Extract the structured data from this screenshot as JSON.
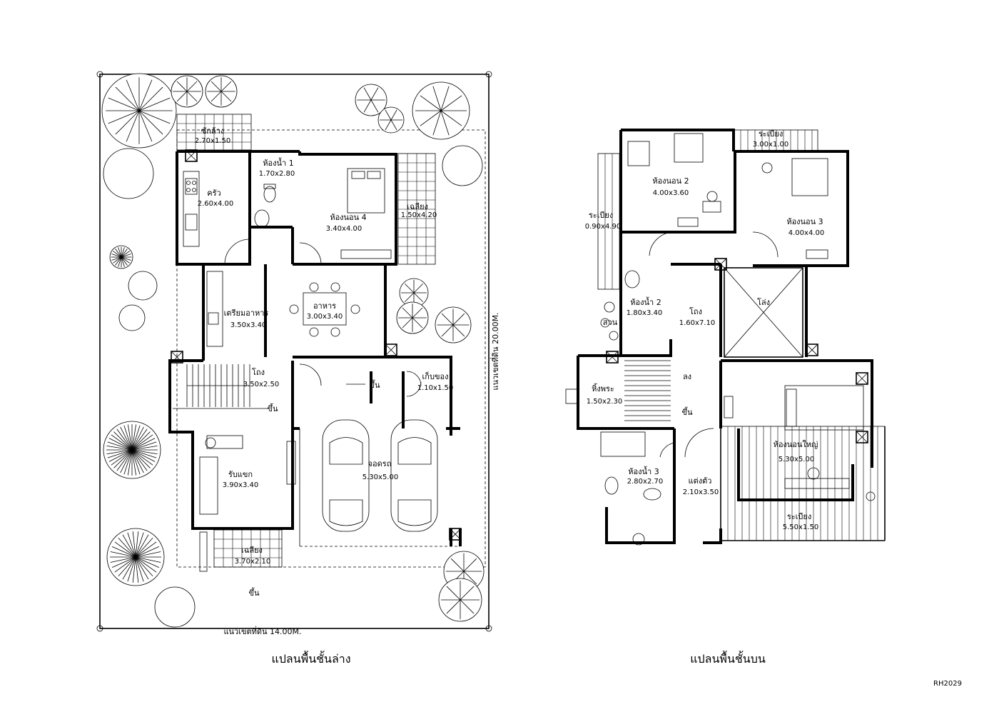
{
  "ground_floor": {
    "title": "แปลนพื้นชั้นล่าง",
    "site_width_label": "แนวเขตที่ดิน  14.00M.",
    "site_depth_label": "แนวเขตที่ดิน  20.00M.",
    "rooms": {
      "laundry": {
        "name": "ซักล้าง",
        "size": "2.70x1.50"
      },
      "bath1": {
        "name": "ห้องน้ำ  1",
        "size": "1.70x2.80"
      },
      "kitchen": {
        "name": "ครัว",
        "size": "2.60x4.00"
      },
      "bed4": {
        "name": "ห้องนอน  4",
        "size": "3.40x4.00"
      },
      "terrace_r": {
        "name": "เฉลียง",
        "size": "1.50x4.20"
      },
      "prep": {
        "name": "เตรียมอาหาร",
        "size": "3.50x3.40"
      },
      "dining": {
        "name": "อาหาร",
        "size": "3.00x3.40"
      },
      "hall": {
        "name": "โถง",
        "size": "3.50x2.50"
      },
      "storage": {
        "name": "เก็บของ",
        "size": "1.10x1.50"
      },
      "living": {
        "name": "รับแขก",
        "size": "3.90x3.40"
      },
      "garage": {
        "name": "จอดรถ",
        "size": "5.30x5.00"
      },
      "terrace_f": {
        "name": "เฉลียง",
        "size": "3.70x2.10"
      }
    },
    "up_labels": [
      "ขึ้น",
      "ขึ้น",
      "ขึ้น"
    ]
  },
  "upper_floor": {
    "title": "แปลนพื้นชั้นบน",
    "rooms": {
      "bed2": {
        "name": "ห้องนอน  2",
        "size": "4.00x3.60"
      },
      "balcony_top": {
        "name": "ระเบียง",
        "size": "3.00x1.00"
      },
      "bed3": {
        "name": "ห้องนอน  3",
        "size": "4.00x4.00"
      },
      "balcony_left": {
        "name": "ระเบียง",
        "size": "0.90x4.90"
      },
      "bath2": {
        "name": "ห้องน้ำ  2",
        "size": "1.80x3.40"
      },
      "hall": {
        "name": "โถง",
        "size": "1.60x7.10"
      },
      "void": {
        "name": "โล่ง"
      },
      "garden": {
        "name": "สวน"
      },
      "shrine": {
        "name": "หิ้งพระ",
        "size": "1.50x2.30"
      },
      "master": {
        "name": "ห้องนอนใหญ่",
        "size": "5.30x5.00"
      },
      "bath3": {
        "name": "ห้องน้ำ  3",
        "size": "2.80x2.70"
      },
      "dressing": {
        "name": "แต่งตัว",
        "size": "2.10x3.50"
      },
      "balcony_bottom": {
        "name": "ระเบียง",
        "size": "5.50x1.50"
      }
    },
    "down_label": "ลง",
    "up_label": "ขึ้น"
  },
  "drawing_code": "RH2029"
}
